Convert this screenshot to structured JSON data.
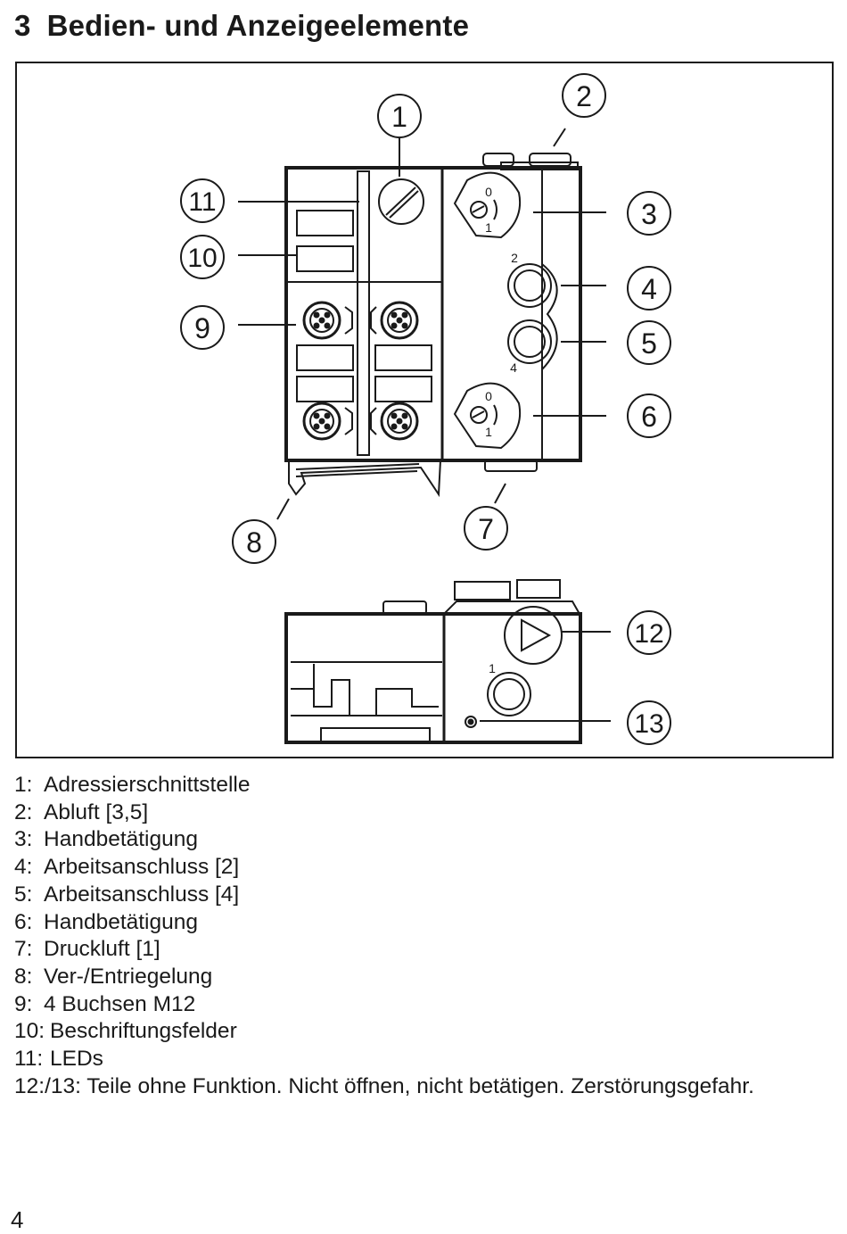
{
  "section": {
    "number": "3",
    "title": "Bedien- und Anzeigeelemente"
  },
  "callouts": [
    "1",
    "2",
    "3",
    "4",
    "5",
    "6",
    "7",
    "8",
    "9",
    "10",
    "11",
    "12",
    "13"
  ],
  "port_marks": {
    "port_2": "2",
    "port_4": "4",
    "port_1": "1",
    "switch_0": "0",
    "switch_1": "1"
  },
  "legend": [
    {
      "key": "1:",
      "text": "Adressierschnittstelle"
    },
    {
      "key": "2:",
      "text": "Abluft [3,5]"
    },
    {
      "key": "3:",
      "text": "Handbetätigung"
    },
    {
      "key": "4:",
      "text": "Arbeitsanschluss [2]"
    },
    {
      "key": "5:",
      "text": "Arbeitsanschluss [4]"
    },
    {
      "key": "6:",
      "text": "Handbetätigung"
    },
    {
      "key": "7:",
      "text": "Druckluft [1]"
    },
    {
      "key": "8:",
      "text": "Ver-/Entriegelung"
    },
    {
      "key": "9:",
      "text": "4 Buchsen M12"
    },
    {
      "key": "10:",
      "text": "Beschriftungsfelder"
    },
    {
      "key": "11:",
      "text": "LEDs"
    },
    {
      "key": "12:",
      "text": "/13: Teile ohne Funktion. Nicht öffnen, nicht betätigen. Zerstörungsgefahr."
    }
  ],
  "page": {
    "number": "4"
  }
}
